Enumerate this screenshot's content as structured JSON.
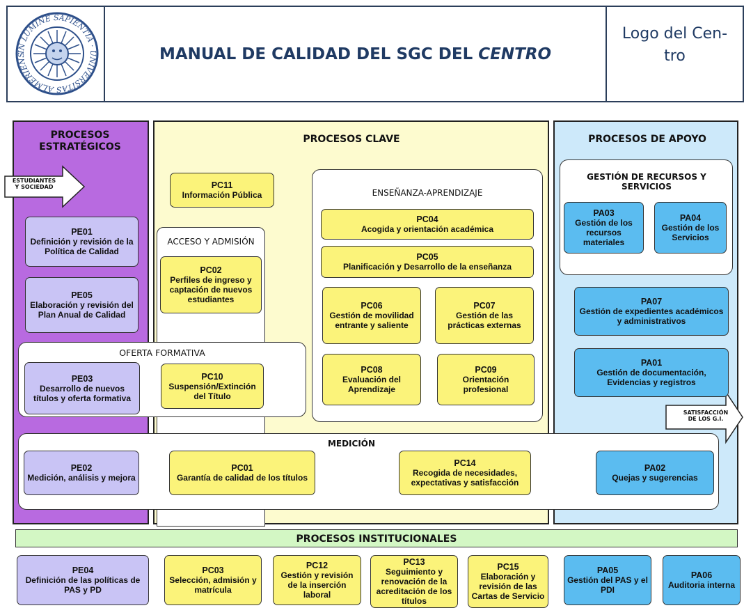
{
  "header": {
    "title_main": "MANUAL DE CALIDAD DEL SGC DEL ",
    "title_italic": "CENTRO",
    "logo_line1": "Logo del Cen-",
    "logo_line2": "tro",
    "seal_text": "IN LUMINE SAPIENTIA · UNIVERSITAS ALMERIENSIS"
  },
  "columns": {
    "estrategicos": "PROCESOS ESTRATÉGICOS",
    "clave": "PROCESOS CLAVE",
    "apoyo": "PROCESOS DE APOYO"
  },
  "arrows": {
    "input_l1": "ESTUDIANTES",
    "input_l2": "Y SOCIEDAD",
    "output_l1": "SATISFACCIÓN",
    "output_l2": "DE LOS G.I."
  },
  "panels": {
    "ensenanza": "ENSEÑANZA-APRENDIZAJE",
    "acceso": "ACCESO Y ADMISIÓN",
    "recursos": "GESTIÓN DE RECURSOS Y SERVICIOS",
    "oferta": "OFERTA FORMATIVA",
    "medicion": "MEDICIÓN",
    "institucionales": "PROCESOS INSTITUCIONALES"
  },
  "processes": {
    "PE01": {
      "code": "PE01",
      "label": "Definición y revisión de la Política de Calidad"
    },
    "PE05": {
      "code": "PE05",
      "label": "Elaboración y revisión del Plan Anual de Calidad"
    },
    "PE03": {
      "code": "PE03",
      "label": "Desarrollo de nuevos títulos y oferta formativa"
    },
    "PE02": {
      "code": "PE02",
      "label": "Medición, análisis y mejora"
    },
    "PE04": {
      "code": "PE04",
      "label": "Definición de las políticas de PAS y PD"
    },
    "PC11": {
      "code": "PC11",
      "label": "Información Pública"
    },
    "PC02": {
      "code": "PC02",
      "label": "Perfiles de ingreso y captación de nuevos estudiantes"
    },
    "PC10": {
      "code": "PC10",
      "label": "Suspensión/Extinción del Título"
    },
    "PC04": {
      "code": "PC04",
      "label": "Acogida y orientación académica"
    },
    "PC05": {
      "code": "PC05",
      "label": "Planificación y Desarrollo de la enseñanza"
    },
    "PC06": {
      "code": "PC06",
      "label": "Gestión de movilidad entrante y saliente"
    },
    "PC07": {
      "code": "PC07",
      "label": "Gestión de las prácticas externas"
    },
    "PC08": {
      "code": "PC08",
      "label": "Evaluación del Aprendizaje"
    },
    "PC09": {
      "code": "PC09",
      "label": "Orientación profesional"
    },
    "PC01": {
      "code": "PC01",
      "label": "Garantía de calidad de los títulos"
    },
    "PC14": {
      "code": "PC14",
      "label": "Recogida de necesidades, expectativas y satisfacción"
    },
    "PC03": {
      "code": "PC03",
      "label": "Selección, admisión y matrícula"
    },
    "PC12": {
      "code": "PC12",
      "label": "Gestión y revisión de la inserción laboral"
    },
    "PC13": {
      "code": "PC13",
      "label": "Seguimiento y renovación de la acreditación de los títulos"
    },
    "PC15": {
      "code": "PC15",
      "label": "Elaboración y revisión de las Cartas de Servicio"
    },
    "PA03": {
      "code": "PA03",
      "label": "Gestión de los recursos materiales"
    },
    "PA04": {
      "code": "PA04",
      "label": "Gestión de los Servicios"
    },
    "PA07": {
      "code": "PA07",
      "label": "Gestión de expedientes académicos y administrativos"
    },
    "PA01": {
      "code": "PA01",
      "label": "Gestión de documentación, Evidencias y registros"
    },
    "PA02": {
      "code": "PA02",
      "label": "Quejas y sugerencias"
    },
    "PA05": {
      "code": "PA05",
      "label": "Gestión del PAS y el PDI"
    },
    "PA06": {
      "code": "PA06",
      "label": "Auditoria interna"
    }
  },
  "colors": {
    "estrategicos_bg": "#b86ae0",
    "clave_bg": "#fdfbcf",
    "apoyo_bg": "#cde9fa",
    "institucionales_bg": "#d3f7c4",
    "yellow_box": "#fbf37a",
    "violet_box": "#c9c4f5",
    "blue_box": "#5bbcf0"
  }
}
